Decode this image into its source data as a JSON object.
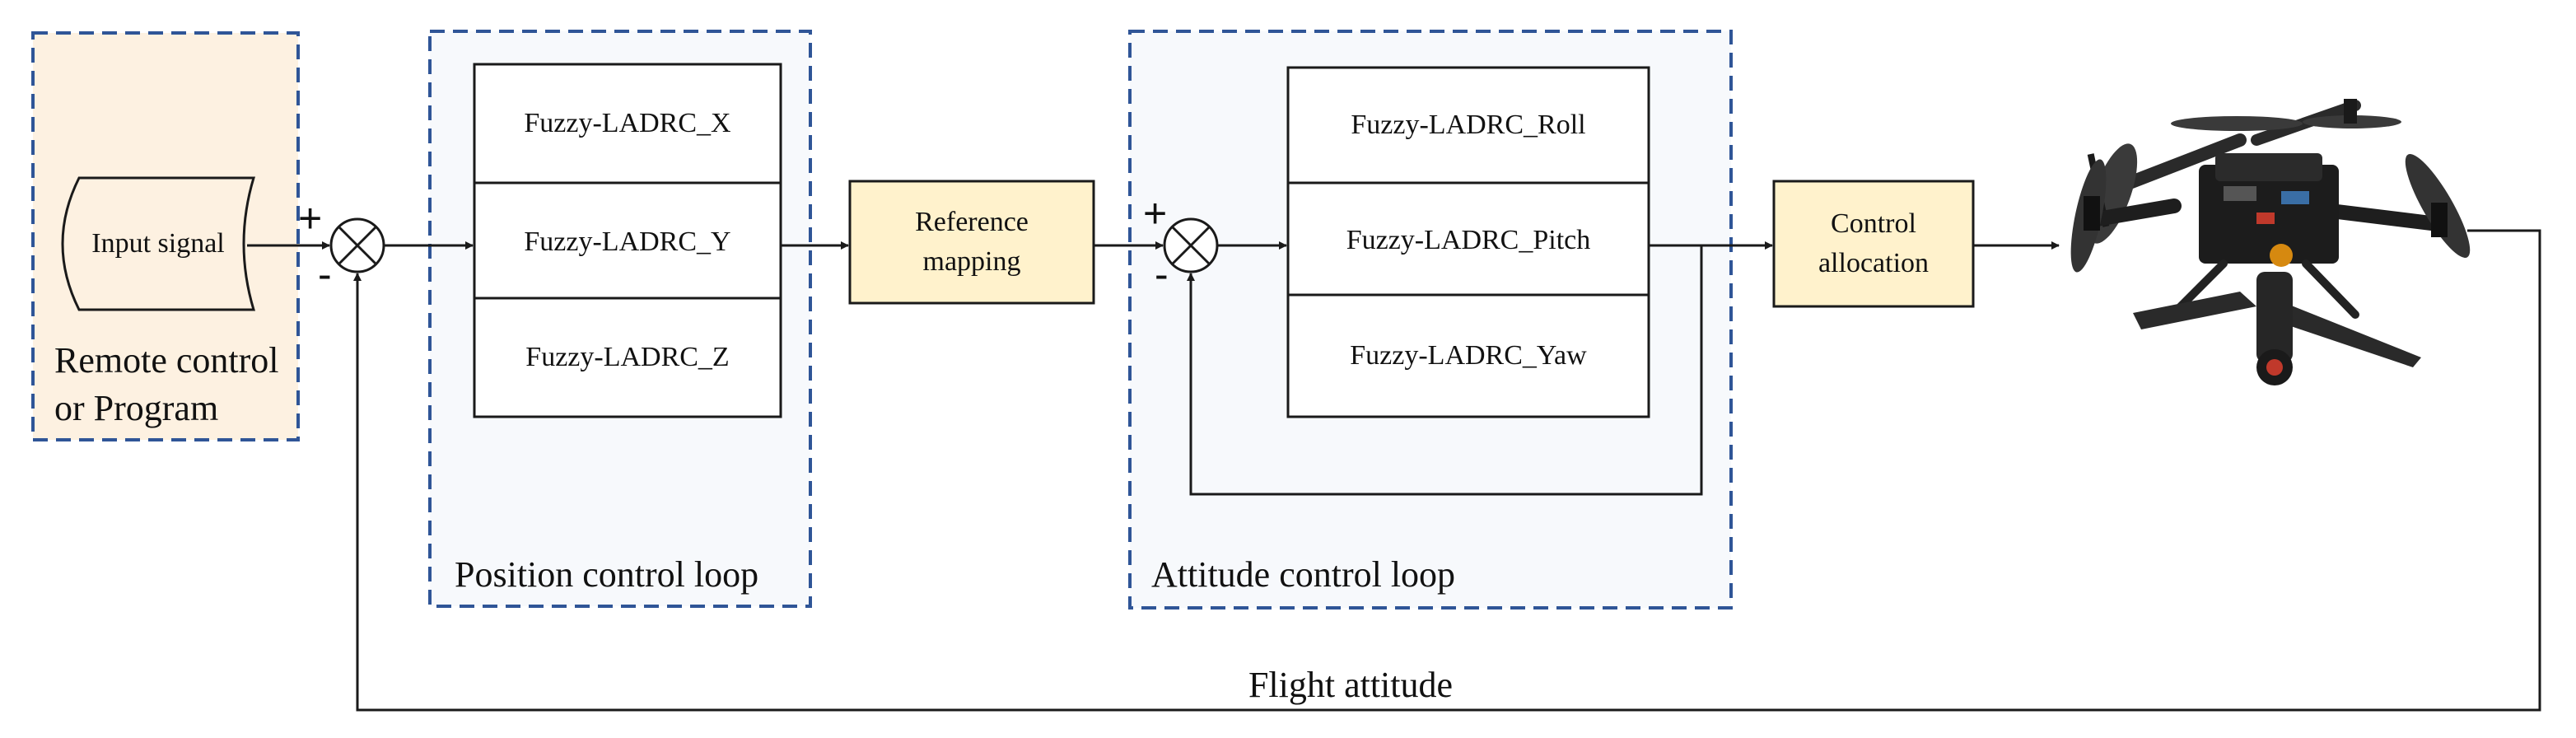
{
  "colors": {
    "line": "#1a1a1a",
    "dashed_border": "#2f5597",
    "input_panel_fill": "#fdf1e1",
    "loop_panel_fill": "#f7f9fc",
    "highlight_block_fill": "#fff2cc",
    "controller_cell_fill": "#ffffff"
  },
  "input_panel": {
    "signal_label": "Input signal",
    "caption_line1": "Remote control",
    "caption_line2": "or Program"
  },
  "summing_junction_1": {
    "plus": "+",
    "minus": "-"
  },
  "position_loop": {
    "caption": "Position control loop",
    "controllers": [
      "Fuzzy-LADRC_X",
      "Fuzzy-LADRC_Y",
      "Fuzzy-LADRC_Z"
    ]
  },
  "reference_mapping": {
    "line1": "Reference",
    "line2": "mapping"
  },
  "summing_junction_2": {
    "plus": "+",
    "minus": "-"
  },
  "attitude_loop": {
    "caption": "Attitude control loop",
    "controllers": [
      "Fuzzy-LADRC_Roll",
      "Fuzzy-LADRC_Pitch",
      "Fuzzy-LADRC_Yaw"
    ]
  },
  "control_allocation": {
    "line1": "Control",
    "line2": "allocation"
  },
  "drone": {
    "icon": "quadcopter-icon"
  },
  "feedback": {
    "label": "Flight attitude"
  }
}
